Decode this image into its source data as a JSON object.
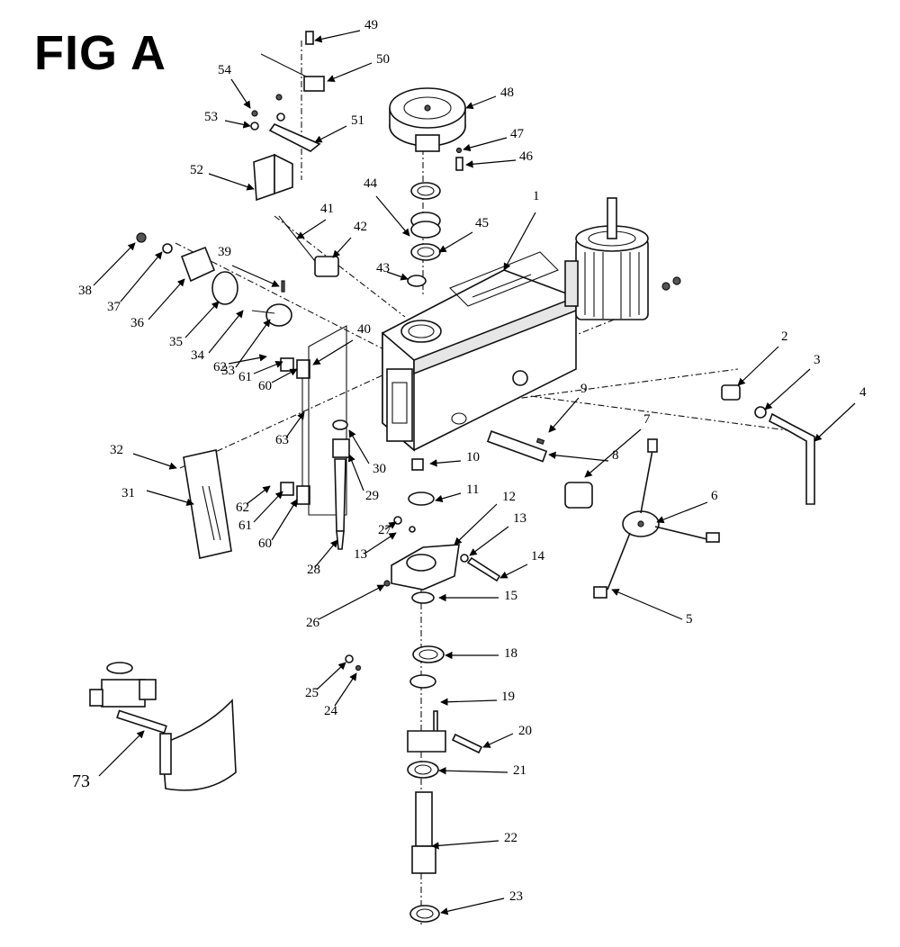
{
  "figure": {
    "title": "FIG A"
  },
  "callouts": [
    {
      "id": "c1",
      "text": "1"
    },
    {
      "id": "c2",
      "text": "2"
    },
    {
      "id": "c3",
      "text": "3"
    },
    {
      "id": "c4",
      "text": "4"
    },
    {
      "id": "c5",
      "text": "5"
    },
    {
      "id": "c6",
      "text": "6"
    },
    {
      "id": "c7",
      "text": "7"
    },
    {
      "id": "c8",
      "text": "8"
    },
    {
      "id": "c9",
      "text": "9"
    },
    {
      "id": "c10",
      "text": "10"
    },
    {
      "id": "c11",
      "text": "11"
    },
    {
      "id": "c12",
      "text": "12"
    },
    {
      "id": "c13a",
      "text": "13"
    },
    {
      "id": "c13b",
      "text": "13"
    },
    {
      "id": "c14",
      "text": "14"
    },
    {
      "id": "c15",
      "text": "15"
    },
    {
      "id": "c18",
      "text": "18"
    },
    {
      "id": "c19",
      "text": "19"
    },
    {
      "id": "c20",
      "text": "20"
    },
    {
      "id": "c21",
      "text": "21"
    },
    {
      "id": "c22",
      "text": "22"
    },
    {
      "id": "c23",
      "text": "23"
    },
    {
      "id": "c24",
      "text": "24"
    },
    {
      "id": "c25",
      "text": "25"
    },
    {
      "id": "c26",
      "text": "26"
    },
    {
      "id": "c27",
      "text": "27"
    },
    {
      "id": "c28",
      "text": "28"
    },
    {
      "id": "c29",
      "text": "29"
    },
    {
      "id": "c30",
      "text": "30"
    },
    {
      "id": "c31",
      "text": "31"
    },
    {
      "id": "c32",
      "text": "32"
    },
    {
      "id": "c33",
      "text": "33"
    },
    {
      "id": "c34",
      "text": "34"
    },
    {
      "id": "c35",
      "text": "35"
    },
    {
      "id": "c36",
      "text": "36"
    },
    {
      "id": "c37",
      "text": "37"
    },
    {
      "id": "c38",
      "text": "38"
    },
    {
      "id": "c39",
      "text": "39"
    },
    {
      "id": "c40",
      "text": "40"
    },
    {
      "id": "c41",
      "text": "41"
    },
    {
      "id": "c42",
      "text": "42"
    },
    {
      "id": "c43",
      "text": "43"
    },
    {
      "id": "c44",
      "text": "44"
    },
    {
      "id": "c45",
      "text": "45"
    },
    {
      "id": "c46",
      "text": "46"
    },
    {
      "id": "c47",
      "text": "47"
    },
    {
      "id": "c48",
      "text": "48"
    },
    {
      "id": "c49",
      "text": "49"
    },
    {
      "id": "c50",
      "text": "50"
    },
    {
      "id": "c51",
      "text": "51"
    },
    {
      "id": "c52",
      "text": "52"
    },
    {
      "id": "c53",
      "text": "53"
    },
    {
      "id": "c54",
      "text": "54"
    },
    {
      "id": "c60a",
      "text": "60"
    },
    {
      "id": "c60b",
      "text": "60"
    },
    {
      "id": "c61a",
      "text": "61"
    },
    {
      "id": "c61b",
      "text": "61"
    },
    {
      "id": "c62a",
      "text": "62"
    },
    {
      "id": "c62b",
      "text": "62"
    },
    {
      "id": "c63",
      "text": "63"
    },
    {
      "id": "c73",
      "text": "73"
    }
  ]
}
